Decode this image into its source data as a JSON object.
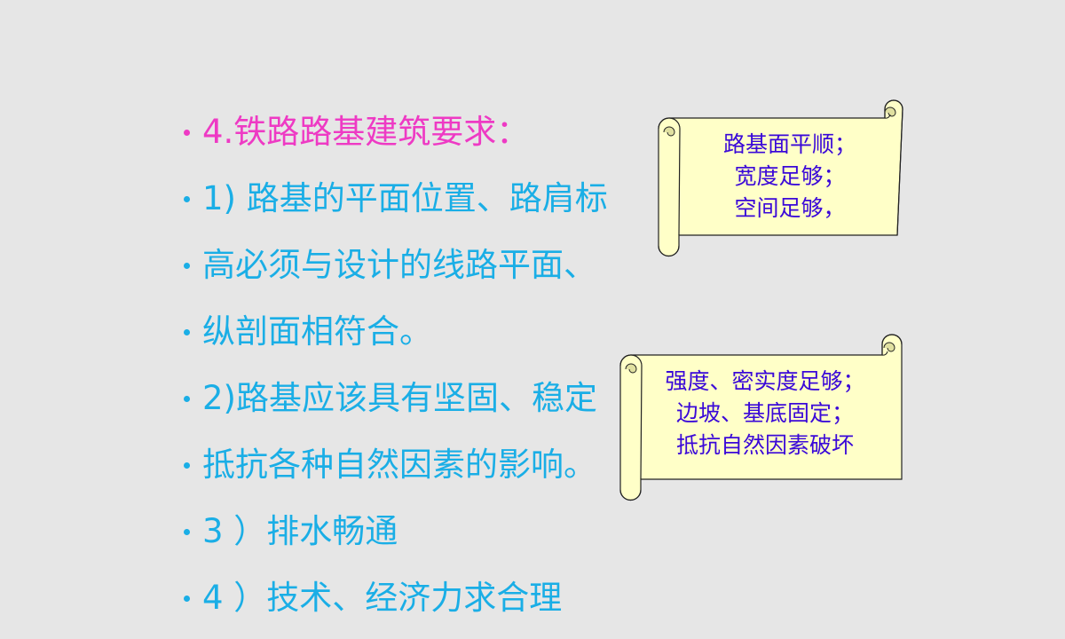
{
  "slide": {
    "bullets": [
      {
        "text": "4.铁路路基建筑要求：",
        "style": "title"
      },
      {
        "text": "1) 路基的平面位置、路肩标",
        "style": "body"
      },
      {
        "text": "高必须与设计的线路平面、",
        "style": "body"
      },
      {
        "text": "纵剖面相符合。",
        "style": "body"
      },
      {
        "text": "2)路基应该具有坚固、稳定",
        "style": "body"
      },
      {
        "text": "抵抗各种自然因素的影响。",
        "style": "body"
      },
      {
        "text": "3 ）排水畅通",
        "style": "body"
      },
      {
        "text": "4 ）技术、经济力求合理",
        "style": "body"
      }
    ],
    "callouts": [
      {
        "lines": [
          "路基面平顺；",
          "宽度足够；",
          "空间足够，"
        ]
      },
      {
        "lines": [
          "强度、密实度足够；",
          "边坡、基底固定；",
          "抵抗自然因素破坏"
        ]
      }
    ]
  },
  "colors": {
    "background": "#e6e6e6",
    "title_text": "#ee3ac4",
    "body_text": "#1aaee6",
    "callout_fill": "#ffffc8",
    "callout_text": "#3a08d8"
  }
}
